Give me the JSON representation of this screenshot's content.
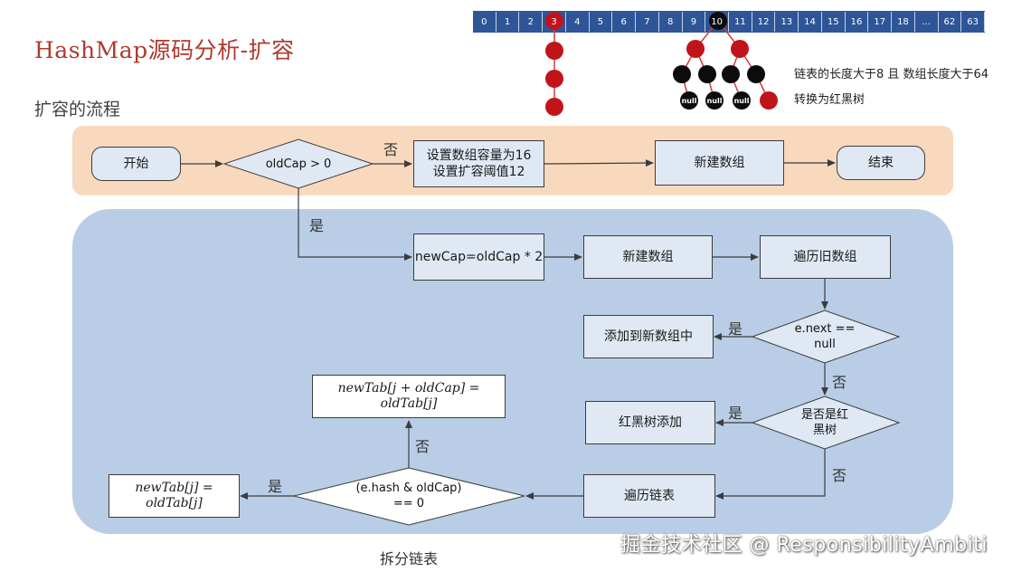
{
  "title": "HashMap源码分析-扩容",
  "subtitle": "扩容的流程",
  "array_cells": [
    "0",
    "1",
    "2",
    "3",
    "4",
    "5",
    "6",
    "7",
    "8",
    "9",
    "10",
    "11",
    "12",
    "13",
    "14",
    "15",
    "16",
    "17",
    "18",
    "…",
    "62",
    "63"
  ],
  "tree_note_line1": "链表的长度大于8 且 数组长度大于64",
  "tree_note_line2": "转换为红黑树",
  "null_label": "null",
  "flow": {
    "start": "开始",
    "cond_oldcap": "oldCap > 0",
    "no1": "否",
    "init_box_line1": "设置数组容量为16",
    "init_box_line2": "设置扩容阈值12",
    "new_array_top": "新建数组",
    "end": "结束",
    "yes1": "是",
    "newcap": "newCap=oldCap * 2",
    "new_array": "新建数组",
    "traverse_old": "遍历旧数组",
    "cond_next_line1": "e.next ==",
    "cond_next_line2": "null",
    "yes2": "是",
    "add_new_array": "添加到新数组中",
    "no2": "否",
    "cond_tree_line1": "是否是红",
    "cond_tree_line2": "黑树",
    "yes3": "是",
    "tree_add": "红黑树添加",
    "no3": "否",
    "traverse_list": "遍历链表",
    "cond_hash_line1": "(e.hash & oldCap)",
    "cond_hash_line2": "== 0",
    "yes4": "是",
    "assign_j_line1": "newTab[j] =",
    "assign_j_line2": "oldTab[j]",
    "no4": "否",
    "assign_jcap_line1": "newTab[j + oldCap] =",
    "assign_jcap_line2": "oldTab[j]"
  },
  "caption": "拆分链表",
  "watermark": "掘金技术社区 @ ResponsibilityAmbiti"
}
